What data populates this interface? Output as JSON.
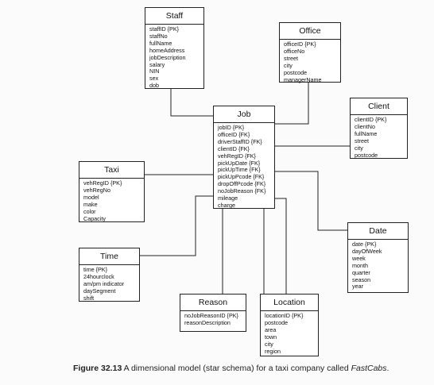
{
  "entities": {
    "staff": {
      "title": "Staff",
      "attributes": [
        "staffID {PK}",
        "staffNo",
        "fullName",
        "homeAddress",
        "jobDescription",
        "salary",
        "NIN",
        "sex",
        "dob"
      ]
    },
    "office": {
      "title": "Office",
      "attributes": [
        "officeID {PK}",
        "officeNo",
        "street",
        "city",
        "postcode",
        "managerName"
      ]
    },
    "job": {
      "title": "Job",
      "attributes": [
        "jobID {PK}",
        "officeID {FK}",
        "driverStaffID {FK}",
        "clientID {FK}",
        "vehRegID {FK}",
        "pickUpDate {FK}",
        "pickUpTime {FK}",
        "pickUpPcode {FK}",
        "dropOffPcode {FK}",
        "noJobReason {FK}",
        "mileage",
        "charge"
      ]
    },
    "client": {
      "title": "Client",
      "attributes": [
        "clientID {PK}",
        "clientNo",
        "fullName",
        "street",
        "city",
        "postcode"
      ]
    },
    "taxi": {
      "title": "Taxi",
      "attributes": [
        "vehRegID {PK}",
        "vehRegNo",
        "model",
        "make",
        "color",
        "Capacity"
      ]
    },
    "date": {
      "title": "Date",
      "attributes": [
        "date {PK}",
        "dayOfWeek",
        "week",
        "month",
        "quarter",
        "season",
        "year"
      ]
    },
    "time": {
      "title": "Time",
      "attributes": [
        "time {PK}",
        "24hourclock",
        "am/pm indicator",
        "daySegment",
        "shift"
      ]
    },
    "reason": {
      "title": "Reason",
      "attributes": [
        "noJobReasonID {PK}",
        "reasonDescription"
      ]
    },
    "location": {
      "title": "Location",
      "attributes": [
        "locationID {PK}",
        "postcode",
        "area",
        "town",
        "city",
        "region"
      ]
    }
  },
  "caption": {
    "label": "Figure 32.13",
    "text": " A dimensional model (star schema) for a taxi company called ",
    "company": "FastCabs",
    "end": "."
  },
  "colors": {
    "line": "#222222",
    "box_border": "#222222",
    "background": "#fbfbfb"
  }
}
